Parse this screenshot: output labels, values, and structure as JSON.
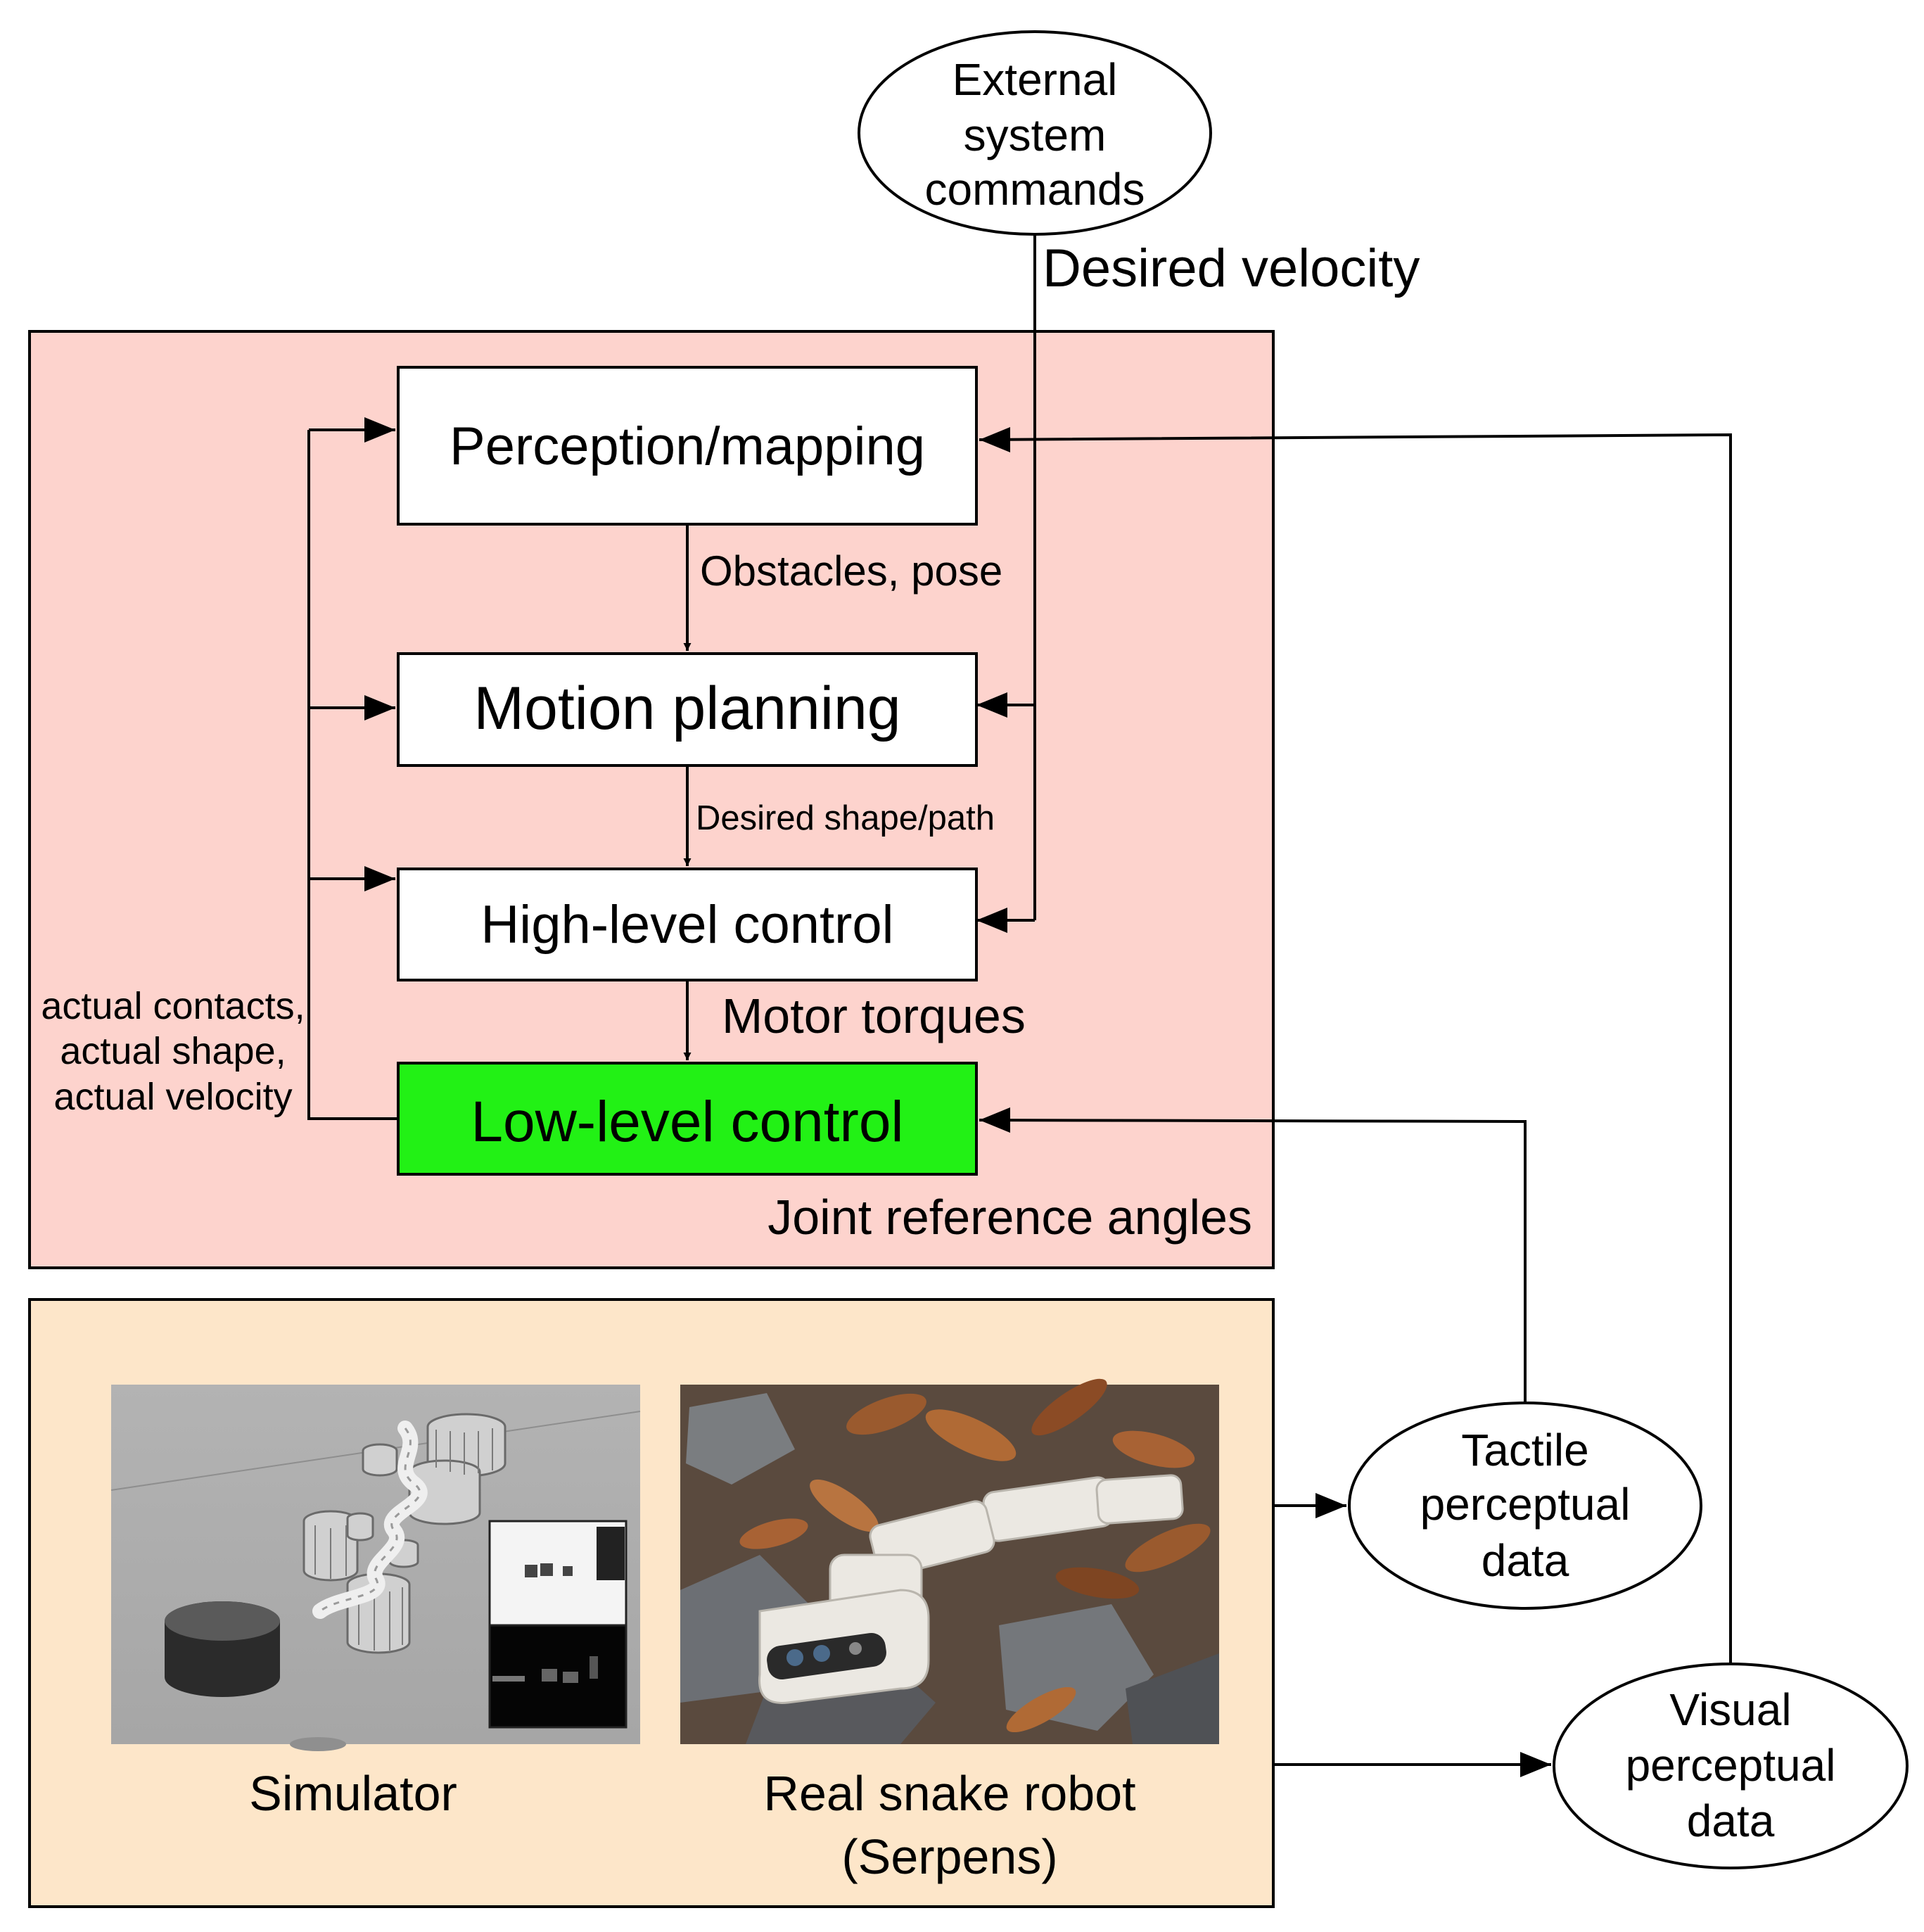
{
  "nodes": {
    "external": [
      "External",
      "system",
      "commands"
    ],
    "perception": "Perception/mapping",
    "motion": "Motion planning",
    "highlevel": "High-level control",
    "lowlevel": "Low-level control",
    "tactile": [
      "Tactile",
      "perceptual",
      "data"
    ],
    "visual": [
      "Visual",
      "perceptual",
      "data"
    ]
  },
  "edges": {
    "desired_velocity": "Desired velocity",
    "obstacles_pose": "Obstacles, pose",
    "desired_shape": "Desired shape/path",
    "motor_torques": "Motor torques",
    "joint_reference": "Joint reference angles",
    "feedback": [
      "actual contacts,",
      "actual shape,",
      "actual velocity"
    ]
  },
  "platforms": {
    "simulator_label": "Simulator",
    "robot_label": [
      "Real snake robot",
      "(Serpens)"
    ]
  },
  "colors": {
    "control_panel": "#fdd3cd",
    "platform_panel": "#fde6c9",
    "lowlevel_fill": "#22f115"
  }
}
